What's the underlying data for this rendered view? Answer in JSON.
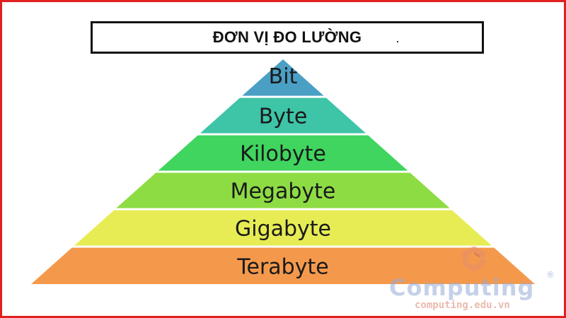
{
  "title": "ĐƠN VỊ ĐO LƯỜNG",
  "tiers": [
    {
      "label": "Bit",
      "color": "#4a9fc4"
    },
    {
      "label": "Byte",
      "color": "#3ec4a6"
    },
    {
      "label": "Kilobyte",
      "color": "#3fd55e"
    },
    {
      "label": "Megabyte",
      "color": "#8edc44"
    },
    {
      "label": "Gigabyte",
      "color": "#e7ec54"
    },
    {
      "label": "Terabyte",
      "color": "#f4994c"
    }
  ],
  "watermark": {
    "brand": "Computing",
    "registered": "®",
    "url": "computing.edu.vn",
    "brand_color": "#96aad7",
    "url_color": "#dc8c78"
  },
  "colors": {
    "frame_border": "#e02020",
    "title_border": "#111111"
  }
}
